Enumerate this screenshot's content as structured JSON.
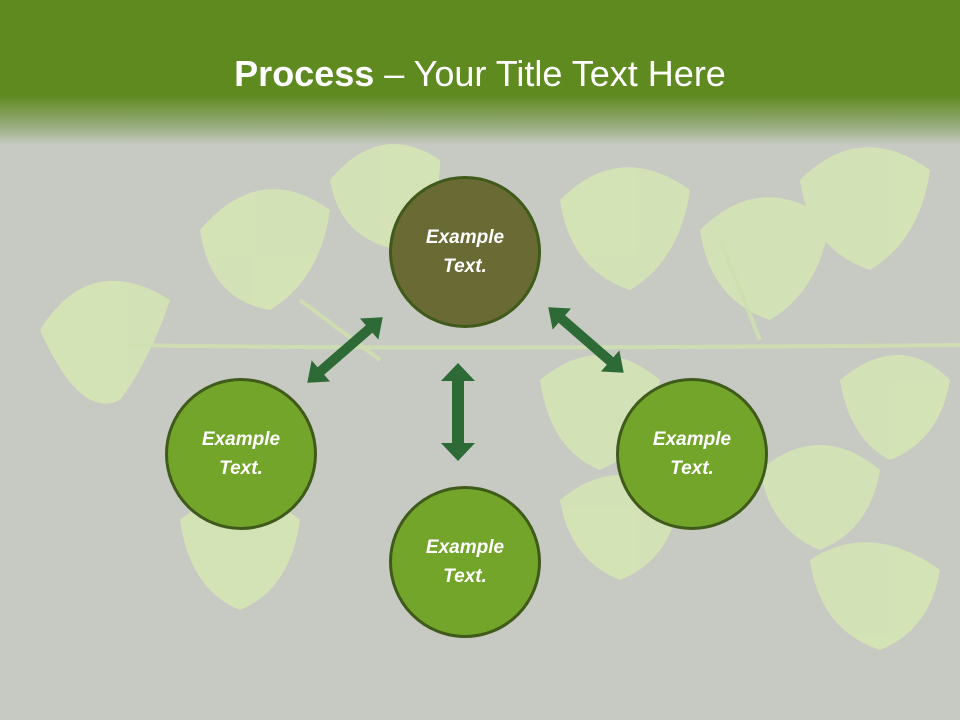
{
  "slide": {
    "title_bold": "Process",
    "title_rest": " – Your Title Text Here"
  },
  "nodes": {
    "top": {
      "text": "Example Text.",
      "color": "#6a6a35"
    },
    "left": {
      "text": "Example Text.",
      "color": "#72a52a"
    },
    "bottom": {
      "text": "Example Text.",
      "color": "#72a52a"
    },
    "right": {
      "text": "Example Text.",
      "color": "#72a52a"
    }
  },
  "colors": {
    "header": "#5e8a1f",
    "arrow": "#2e6a36",
    "node_border": "#3f5a1a"
  },
  "icons": [
    "double-arrow-icon"
  ]
}
